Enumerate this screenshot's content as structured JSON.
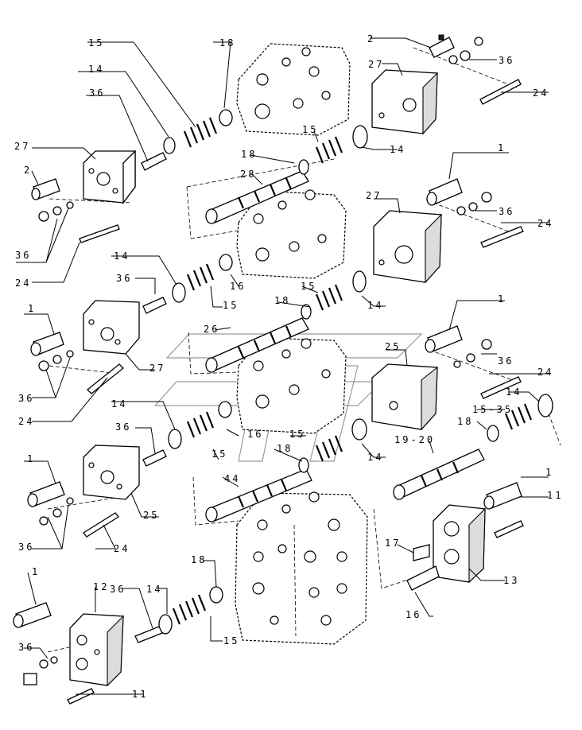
{
  "diagram": {
    "callouts": [
      {
        "id": "c-15-a",
        "text": "15"
      },
      {
        "id": "c-18-a",
        "text": "18"
      },
      {
        "id": "c-2-a",
        "text": "2"
      },
      {
        "id": "c-14-a",
        "text": "14"
      },
      {
        "id": "c-36-a",
        "text": "36"
      },
      {
        "id": "c-27-a",
        "text": "27"
      },
      {
        "id": "c-36-b",
        "text": "36"
      },
      {
        "id": "c-24-a",
        "text": "24"
      },
      {
        "id": "c-27-b",
        "text": "27"
      },
      {
        "id": "c-15-b",
        "text": "15"
      },
      {
        "id": "c-14-b",
        "text": "14"
      },
      {
        "id": "c-18-b",
        "text": "18"
      },
      {
        "id": "c-2-b",
        "text": "2"
      },
      {
        "id": "c-28",
        "text": "28"
      },
      {
        "id": "c-1-a",
        "text": "1"
      },
      {
        "id": "c-27-c",
        "text": "27"
      },
      {
        "id": "c-36-c",
        "text": "36"
      },
      {
        "id": "c-24-b",
        "text": "24"
      },
      {
        "id": "c-36-d",
        "text": "36"
      },
      {
        "id": "c-24-c",
        "text": "24"
      },
      {
        "id": "c-14-c",
        "text": "14"
      },
      {
        "id": "c-16-a",
        "text": "16"
      },
      {
        "id": "c-36-e",
        "text": "36"
      },
      {
        "id": "c-15-c",
        "text": "15"
      },
      {
        "id": "c-18-c",
        "text": "18"
      },
      {
        "id": "c-15-d",
        "text": "15"
      },
      {
        "id": "c-14-d",
        "text": "14"
      },
      {
        "id": "c-1-b",
        "text": "1"
      },
      {
        "id": "c-26",
        "text": "26"
      },
      {
        "id": "c-1-c",
        "text": "1"
      },
      {
        "id": "c-25-a",
        "text": "25"
      },
      {
        "id": "c-27-d",
        "text": "27"
      },
      {
        "id": "c-36-f",
        "text": "36"
      },
      {
        "id": "c-36-g",
        "text": "36"
      },
      {
        "id": "c-24-d",
        "text": "24"
      },
      {
        "id": "c-24-e",
        "text": "24"
      },
      {
        "id": "c-14-e",
        "text": "14"
      },
      {
        "id": "c-15-35",
        "text": "15-35"
      },
      {
        "id": "c-14-f",
        "text": "14"
      },
      {
        "id": "c-36-h",
        "text": "36"
      },
      {
        "id": "c-16-b",
        "text": "16"
      },
      {
        "id": "c-15-e",
        "text": "15"
      },
      {
        "id": "c-18-d",
        "text": "18"
      },
      {
        "id": "c-15-f",
        "text": "15"
      },
      {
        "id": "c-14-g",
        "text": "14"
      },
      {
        "id": "c-18-e",
        "text": "18"
      },
      {
        "id": "c-19-20",
        "text": "19-20"
      },
      {
        "id": "c-1-d",
        "text": "1"
      },
      {
        "id": "c-44",
        "text": "44"
      },
      {
        "id": "c-1-e",
        "text": "1"
      },
      {
        "id": "c-11-a",
        "text": "11"
      },
      {
        "id": "c-25-b",
        "text": "25"
      },
      {
        "id": "c-36-i",
        "text": "36"
      },
      {
        "id": "c-24-f",
        "text": "24"
      },
      {
        "id": "c-17",
        "text": "17"
      },
      {
        "id": "c-13",
        "text": "13"
      },
      {
        "id": "c-18-f",
        "text": "18"
      },
      {
        "id": "c-1-f",
        "text": "1"
      },
      {
        "id": "c-12",
        "text": "12"
      },
      {
        "id": "c-36-j",
        "text": "36"
      },
      {
        "id": "c-14-h",
        "text": "14"
      },
      {
        "id": "c-16-c",
        "text": "16"
      },
      {
        "id": "c-15-g",
        "text": "15"
      },
      {
        "id": "c-36-k",
        "text": "36"
      },
      {
        "id": "c-11-b",
        "text": "11"
      }
    ]
  }
}
